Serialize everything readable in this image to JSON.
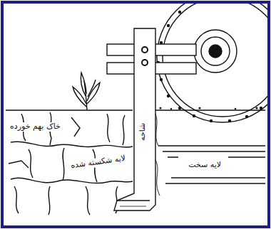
{
  "diagram": {
    "nodes": [
      {
        "text": [
          "شاخه"
        ]
      }
    ],
    "labels": [
      "خاک بهم خورده",
      "لایه شکسته شده",
      "لایه سخت"
    ]
  }
}
